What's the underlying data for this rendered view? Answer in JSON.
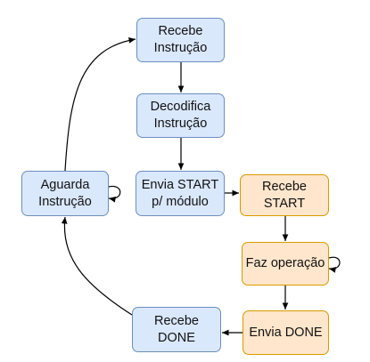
{
  "diagram": {
    "nodes": {
      "recebe_instrucao": {
        "label": "Recebe\nInstrução",
        "fill": "#dae8fc",
        "stroke": "#6c8ebf"
      },
      "decodifica_instrucao": {
        "label": "Decodifica\nInstrução",
        "fill": "#dae8fc",
        "stroke": "#6c8ebf"
      },
      "envia_start": {
        "label": "Envia START\np/ módulo",
        "fill": "#dae8fc",
        "stroke": "#6c8ebf"
      },
      "aguarda_instrucao": {
        "label": "Aguarda\nInstrução",
        "fill": "#dae8fc",
        "stroke": "#6c8ebf"
      },
      "recebe_done": {
        "label": "Recebe\nDONE",
        "fill": "#dae8fc",
        "stroke": "#6c8ebf"
      },
      "recebe_start": {
        "label": "Recebe\nSTART",
        "fill": "#ffe6cc",
        "stroke": "#d79b00"
      },
      "faz_operacao": {
        "label": "Faz operação",
        "fill": "#ffe6cc",
        "stroke": "#d79b00"
      },
      "envia_done": {
        "label": "Envia DONE",
        "fill": "#ffe6cc",
        "stroke": "#d79b00"
      }
    },
    "edges": [
      {
        "from": "recebe_instrucao",
        "to": "decodifica_instrucao"
      },
      {
        "from": "decodifica_instrucao",
        "to": "envia_start"
      },
      {
        "from": "envia_start",
        "to": "recebe_start"
      },
      {
        "from": "recebe_start",
        "to": "faz_operacao"
      },
      {
        "from": "faz_operacao",
        "to": "faz_operacao"
      },
      {
        "from": "faz_operacao",
        "to": "envia_done"
      },
      {
        "from": "envia_done",
        "to": "recebe_done"
      },
      {
        "from": "recebe_done",
        "to": "aguarda_instrucao"
      },
      {
        "from": "aguarda_instrucao",
        "to": "aguarda_instrucao"
      },
      {
        "from": "aguarda_instrucao",
        "to": "recebe_instrucao"
      }
    ],
    "edge_color": "#000000"
  }
}
